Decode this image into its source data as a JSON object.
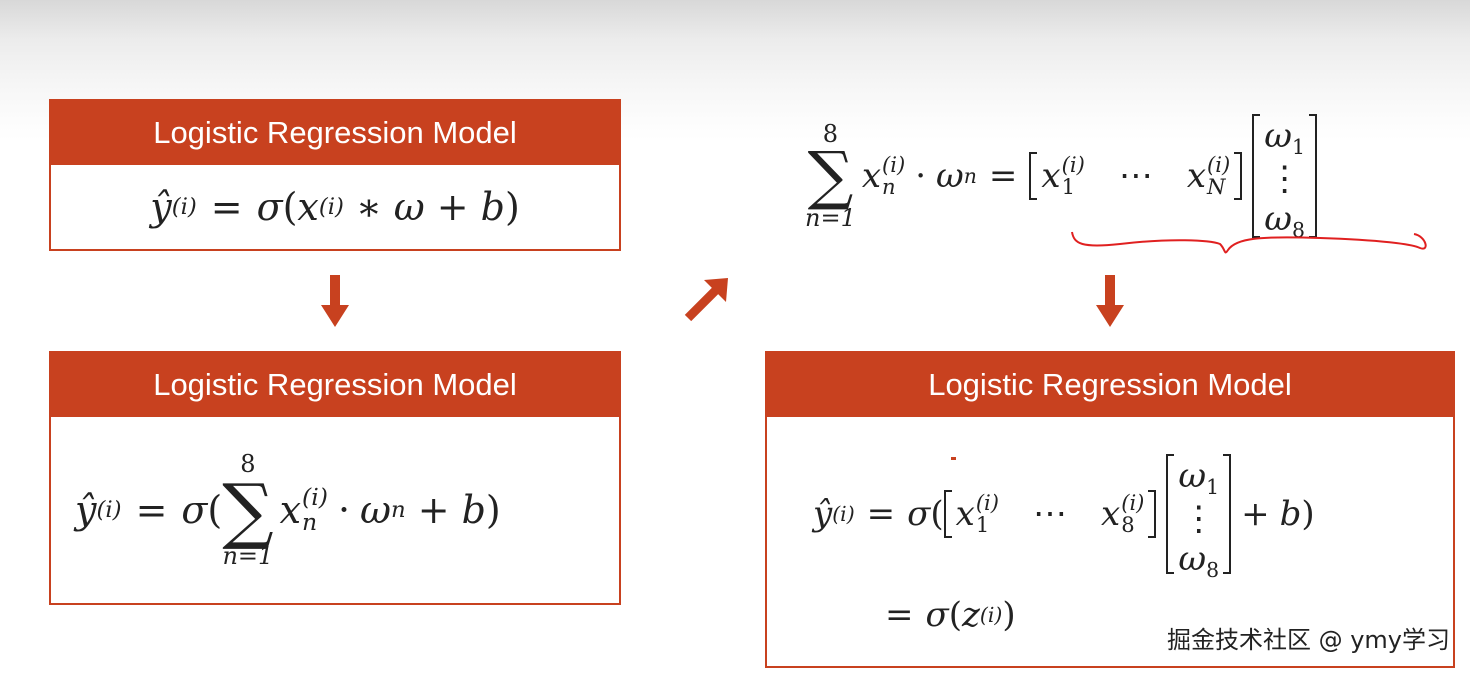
{
  "box_title": "Logistic Regression Model",
  "watermark": "掘金技术社区 @ ymy学习",
  "colors": {
    "accent": "#c8411f",
    "annotation": "#e02020"
  },
  "eq1": {
    "yhat": "ŷ",
    "i": "(i)",
    "eq": "=",
    "sigma": "σ",
    "lp": "(",
    "x": "x",
    "star": "∗",
    "omega": "ω",
    "plus": "+",
    "b": "b",
    "rp": ")"
  },
  "eq2": {
    "upper": "8",
    "lower": "n=1",
    "n": "n",
    "dot": "·"
  },
  "eq3": {
    "sub1": "1",
    "subN": "N",
    "dots": "⋯",
    "vdots": "⋮",
    "w1": "1",
    "w8": "8"
  },
  "eq4": {
    "sub8": "8",
    "z": "z"
  }
}
